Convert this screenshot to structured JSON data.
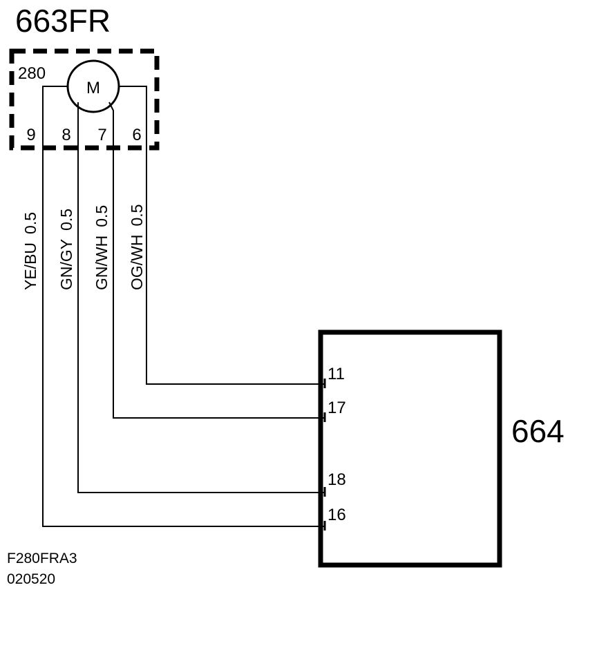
{
  "diagram": {
    "component_top": {
      "id": "663FR",
      "sub_id": "280",
      "motor_symbol": "M",
      "pins": [
        "9",
        "8",
        "7",
        "6"
      ]
    },
    "component_right": {
      "id": "664",
      "pins": [
        "11",
        "17",
        "18",
        "16"
      ]
    },
    "wires": [
      {
        "from_pin": "9",
        "to_pin": "16",
        "color_code": "YE/BU",
        "gauge": "0.5"
      },
      {
        "from_pin": "8",
        "to_pin": "18",
        "color_code": "GN/GY",
        "gauge": "0.5"
      },
      {
        "from_pin": "7",
        "to_pin": "17",
        "color_code": "GN/WH",
        "gauge": "0.5"
      },
      {
        "from_pin": "6",
        "to_pin": "11",
        "color_code": "OG/WH",
        "gauge": "0.5"
      }
    ],
    "footer": {
      "drawing_code": "F280FRA3",
      "date_code": "020520"
    }
  }
}
